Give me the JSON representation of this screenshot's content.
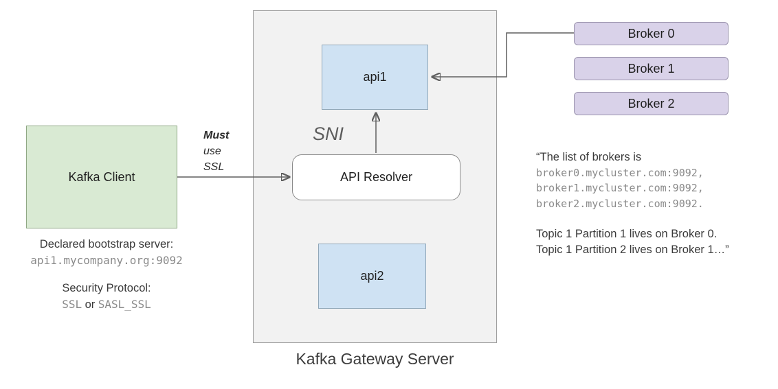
{
  "client": {
    "label": "Kafka Client",
    "bootstrap_caption": "Declared bootstrap server:",
    "bootstrap_value": "api1.mycompany.org:9092",
    "security_caption": "Security Protocol:",
    "security_value_1": "SSL",
    "security_or": "or",
    "security_value_2": "SASL_SSL"
  },
  "gateway": {
    "title": "Kafka Gateway Server",
    "api1_label": "api1",
    "api2_label": "api2",
    "resolver_label": "API Resolver",
    "sni_label": "SNI"
  },
  "arrow_label": {
    "must": "Must",
    "use": "use",
    "ssl": "SSL"
  },
  "brokers": [
    "Broker 0",
    "Broker 1",
    "Broker 2"
  ],
  "note": {
    "line1": "“The list of brokers is",
    "mono1": "broker0.mycluster.com:9092,",
    "mono2": "broker1.mycluster.com:9092,",
    "mono3": "broker2.mycluster.com:9092.",
    "line2": "Topic 1 Partition 1 lives on Broker 0.",
    "line3": "Topic 1 Partition 2 lives on Broker 1…”"
  },
  "colors": {
    "client_fill": "#d9ead3",
    "api_fill": "#cfe2f3",
    "broker_fill": "#d9d2e9",
    "gateway_fill": "#f2f2f2",
    "mono_text": "#8a8a8a"
  }
}
